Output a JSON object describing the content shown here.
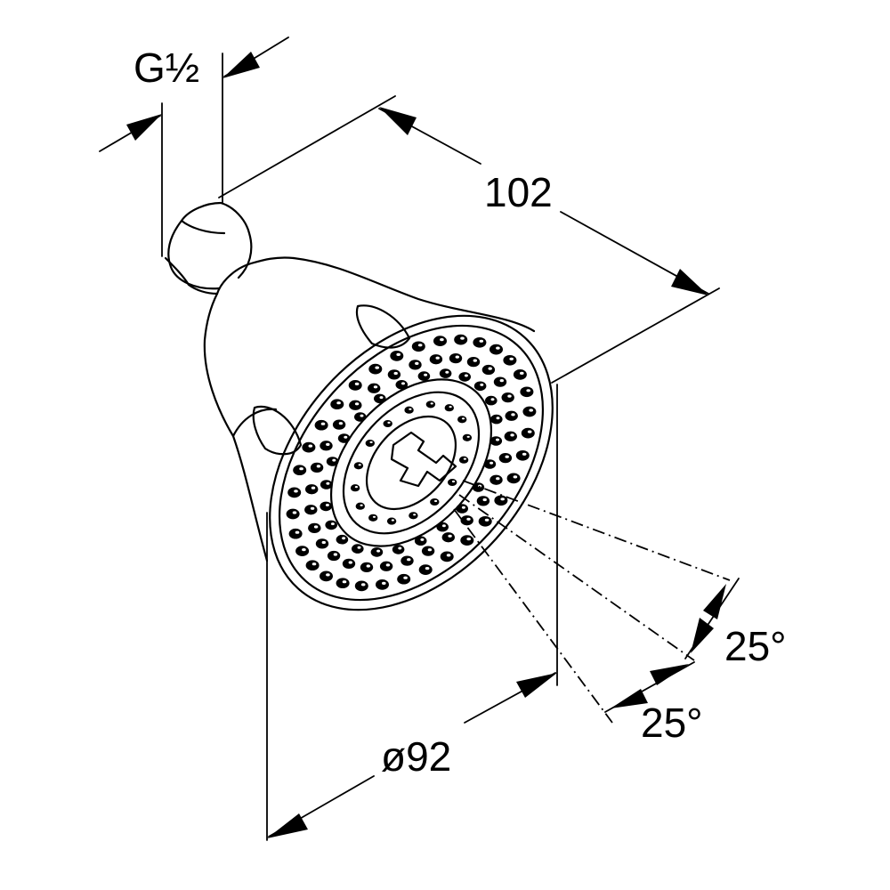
{
  "dimensions": {
    "thread": "G½",
    "depth": "102",
    "diameter": "ø92",
    "spray_angle_1": "25°",
    "spray_angle_2": "25°"
  }
}
